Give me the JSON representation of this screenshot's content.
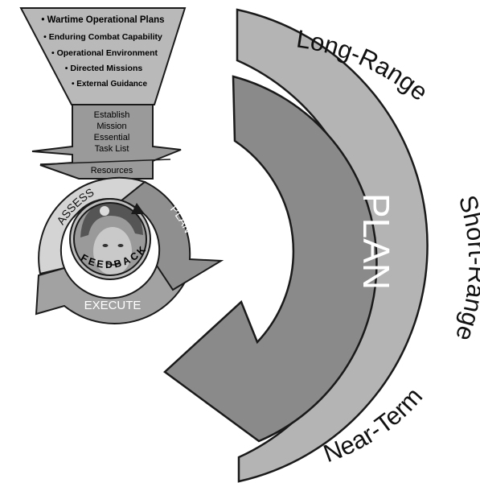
{
  "funnel": {
    "inputs": [
      "• Wartime Operational Plans",
      "• Enduring Combat Capability",
      "• Operational Environment",
      "• Directed Missions",
      "• External Guidance"
    ]
  },
  "stem": {
    "line1": "Establish",
    "line2": "Mission",
    "line3": "Essential",
    "line4": "Task List",
    "resources": "Resources"
  },
  "cycle": {
    "assess": "ASSESS",
    "plan": "PLAN",
    "execute": "EXECUTE",
    "feedback": "FEEDBACK",
    "center_image": "soldier-portrait"
  },
  "big_arc": {
    "long_range": "Long-Range",
    "short_range": "Short-Range",
    "near_term": "Near-Term",
    "plan": "PLAN"
  },
  "colors": {
    "outer_band": "#b4b4b4",
    "inner_arrow": "#8a8a8a",
    "funnel": "#b9b9b9",
    "stem": "#9a9a9a",
    "assess_segment": "#d4d4d4",
    "execute_segment": "#a2a2a2",
    "plan_segment": "#8f8f8f",
    "outline": "#1a1a1a"
  }
}
